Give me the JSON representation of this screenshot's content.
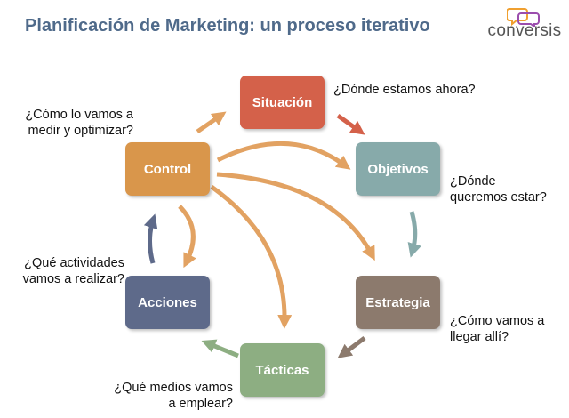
{
  "title": "Planificación de Marketing: un proceso iterativo",
  "logo": {
    "text": "conversis"
  },
  "colors": {
    "situacion": "#d4614a",
    "objetivos": "#87aaaa",
    "estrategia": "#8c7a6d",
    "tacticas": "#8dae82",
    "acciones": "#5e6a8a",
    "control": "#d9964b",
    "logo_orange": "#f0a030",
    "logo_purple": "#9b4dad"
  },
  "nodes": {
    "situacion": "Situación",
    "objetivos": "Objetivos",
    "estrategia": "Estrategia",
    "tacticas": "Tácticas",
    "acciones": "Acciones",
    "control": "Control"
  },
  "questions": {
    "situacion": "¿Dónde estamos ahora?",
    "objetivos_1": "¿Dónde",
    "objetivos_2": "queremos estar?",
    "estrategia_1": "¿Cómo vamos a",
    "estrategia_2": "llegar allí?",
    "tacticas_1": "¿Qué medios vamos",
    "tacticas_2": "a emplear?",
    "acciones_1": "¿Qué actividades",
    "acciones_2": "vamos a realizar?",
    "control_1": "¿Cómo lo vamos a",
    "control_2": "medir y optimizar?"
  }
}
